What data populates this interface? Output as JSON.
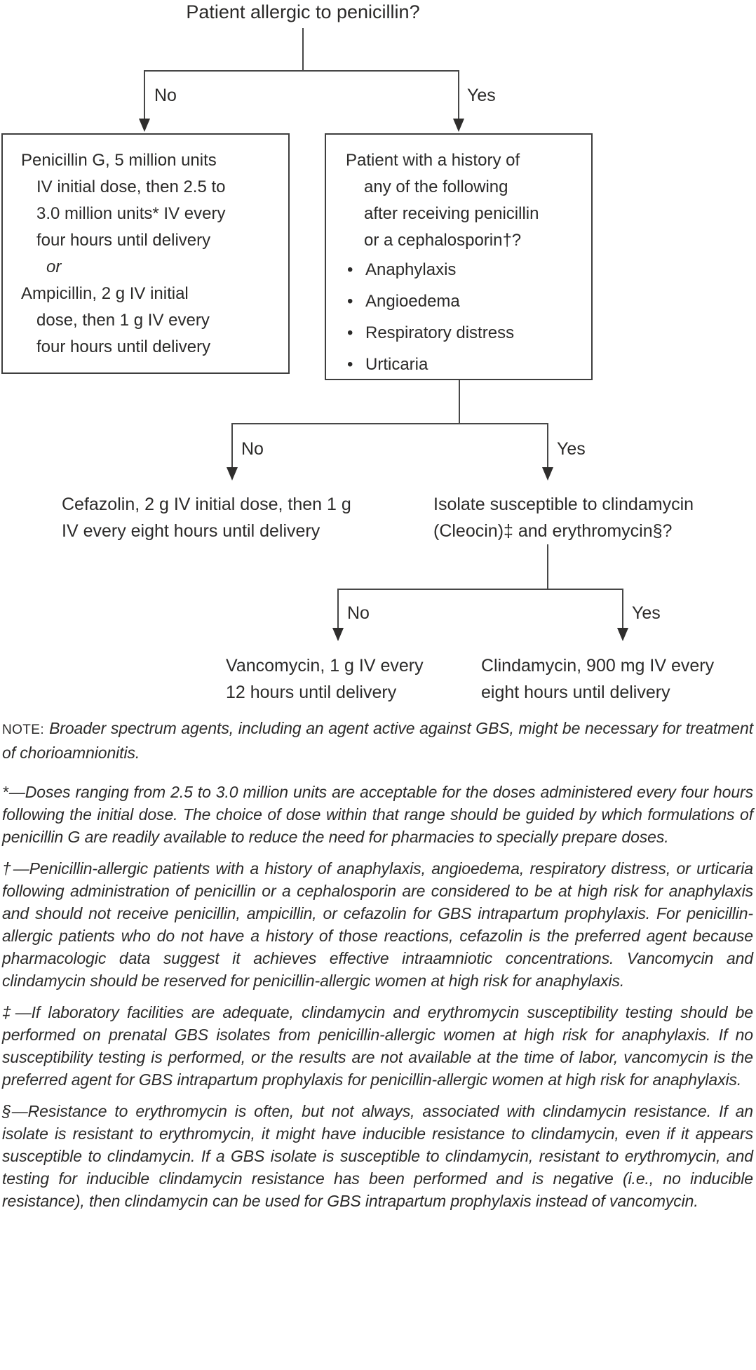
{
  "colors": {
    "ink": "#2b2a29",
    "line": "#474747",
    "background": "#ffffff"
  },
  "flowchart": {
    "root_question": "Patient allergic to penicillin?",
    "level1": {
      "no": "No",
      "yes": "Yes"
    },
    "level2": {
      "no": "No",
      "yes": "Yes"
    },
    "level3": {
      "no": "No",
      "yes": "Yes"
    },
    "boxes": {
      "penicillin": {
        "lines": [
          "Penicillin G, 5 million units",
          "IV initial dose, then 2.5 to",
          "3.0 million units* IV every",
          "four hours until delivery",
          "or",
          "Ampicillin, 2 g IV initial",
          "dose, then 1 g IV every",
          "four hours until delivery"
        ]
      },
      "history": {
        "lines": [
          "Patient with a history of",
          "any of the following",
          "after receiving penicillin",
          "or a cephalosporin†?"
        ],
        "bullets": [
          "Anaphylaxis",
          "Angioedema",
          "Respiratory distress",
          "Urticaria"
        ]
      }
    },
    "outcomes": {
      "cefazolin": {
        "line1": "Cefazolin, 2 g IV initial dose, then 1 g",
        "line2": "IV every eight hours until delivery"
      },
      "isolate": {
        "line1": "Isolate susceptible to clindamycin",
        "line2": "(Cleocin)‡ and erythromycin§?"
      },
      "vancomycin": {
        "line1": "Vancomycin, 1 g IV every",
        "line2": "12 hours until delivery"
      },
      "clindamycin": {
        "line1": "Clindamycin, 900 mg IV every",
        "line2": "eight hours until delivery"
      }
    }
  },
  "notes": {
    "note": {
      "label": "NOTE:",
      "text": "Broader spectrum agents, including an agent active against GBS, might be necessary for treatment of chorioamnionitis."
    },
    "footnotes": [
      {
        "marker": "*",
        "text": "—Doses ranging from 2.5 to 3.0 million units are acceptable for the doses administered every four hours following the initial dose. The choice of dose within that range should be guided by which formulations of penicillin G are readily available to reduce the need for pharmacies to specially prepare doses."
      },
      {
        "marker": "†",
        "text": "—Penicillin-allergic patients with a history of anaphylaxis, angioedema, respiratory distress, or urticaria following administration of penicillin or a cephalosporin are considered to be at high risk for anaphylaxis and should not receive penicillin, ampicillin, or cefazolin for GBS intrapartum prophylaxis. For penicillin-allergic patients who do not have a history of those reactions, cefazolin is the preferred agent because pharmacologic data suggest it achieves effective intraamniotic concentrations. Vancomycin and clindamycin should be reserved for penicillin-allergic women at high risk for anaphylaxis."
      },
      {
        "marker": "‡",
        "text": "—If laboratory facilities are adequate, clindamycin and erythromycin susceptibility testing should be performed on prenatal GBS isolates from penicillin-allergic women at high risk for anaphylaxis. If no susceptibility testing is performed, or the results are not available at the time of labor, vancomycin is the preferred agent for GBS intrapartum prophylaxis for penicillin-allergic women at high risk for anaphylaxis."
      },
      {
        "marker": "§",
        "text": "—Resistance to erythromycin is often, but not always, associated with clindamycin resistance. If an isolate is resistant to erythromycin, it might have inducible resistance to clindamycin, even if it appears susceptible to clindamycin. If a GBS isolate is susceptible to clindamycin, resistant to erythromycin, and testing for inducible clindamycin resistance has been performed and is negative (i.e., no inducible resistance), then clindamycin can be used for GBS intrapartum prophylaxis instead of vancomycin."
      }
    ]
  }
}
